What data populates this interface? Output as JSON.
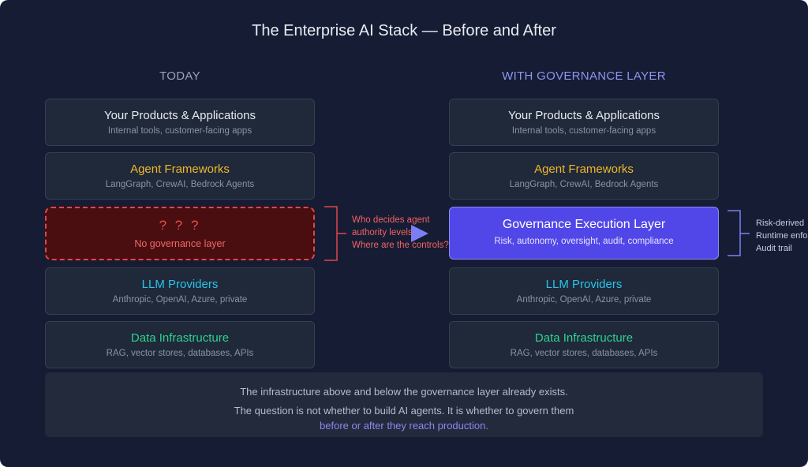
{
  "title": "The Enterprise AI Stack — Before and After",
  "left_column": {
    "heading": "TODAY",
    "layers": [
      {
        "title": "Your Products & Applications",
        "subtitle": "Internal tools, customer-facing apps"
      },
      {
        "title": "Agent Frameworks",
        "subtitle": "LangGraph, CrewAI, Bedrock Agents"
      },
      {
        "title": "? ? ?",
        "subtitle": "No governance layer"
      },
      {
        "title": "LLM Providers",
        "subtitle": "Anthropic, OpenAI, Azure, private"
      },
      {
        "title": "Data Infrastructure",
        "subtitle": "RAG, vector stores, databases, APIs"
      }
    ]
  },
  "right_column": {
    "heading": "WITH GOVERNANCE LAYER",
    "layers": [
      {
        "title": "Your Products & Applications",
        "subtitle": "Internal tools, customer-facing apps"
      },
      {
        "title": "Agent Frameworks",
        "subtitle": "LangGraph, CrewAI, Bedrock Agents"
      },
      {
        "title": "Governance Execution Layer",
        "subtitle": "Risk, autonomy, oversight, audit, compliance"
      },
      {
        "title": "LLM Providers",
        "subtitle": "Anthropic, OpenAI, Azure, private"
      },
      {
        "title": "Data Infrastructure",
        "subtitle": "RAG, vector stores, databases, APIs"
      }
    ]
  },
  "left_callout": [
    "Who decides agent",
    "authority levels",
    "Where are the controls?"
  ],
  "right_callout": [
    "Risk-derived",
    "Runtime enfo",
    "Audit trail"
  ],
  "footer": {
    "line1": "The infrastructure above and below the governance layer already exists.",
    "line2": "The question is not whether to build AI agents. It is whether to govern them",
    "line3": "before or after they reach production."
  },
  "colors": {
    "background": "#161c33",
    "card": "#1f2939",
    "amber": "#f1b72b",
    "cyan": "#28c4ea",
    "green": "#2fd38f",
    "red": "#e0474a",
    "governance": "#5147e8",
    "arrow": "#7b7ff5"
  },
  "icons": {
    "arrow": "right-arrow-icon"
  }
}
